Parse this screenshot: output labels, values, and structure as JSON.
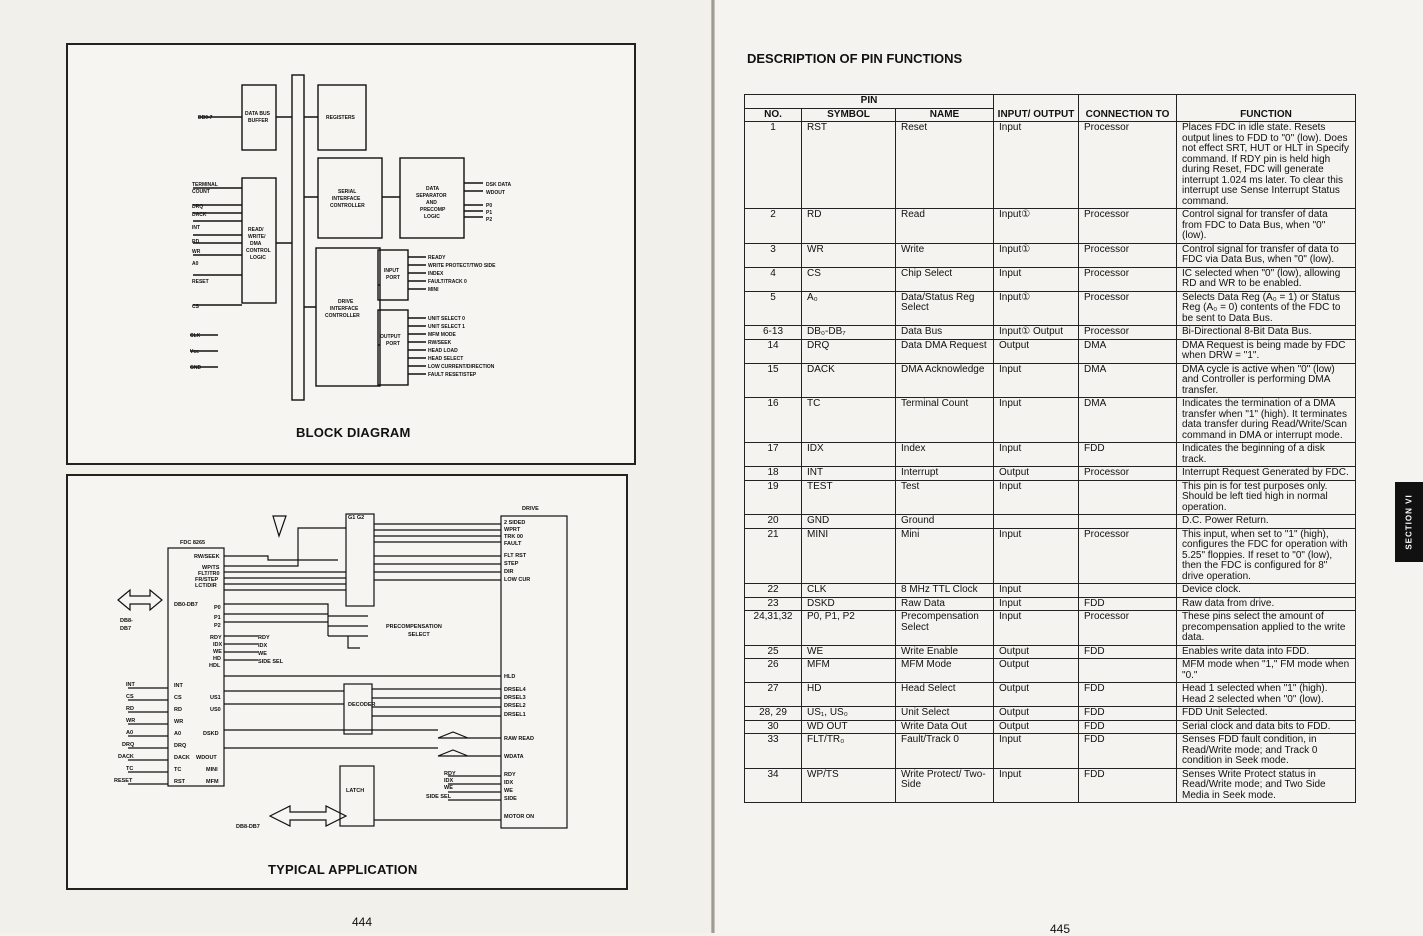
{
  "left_page": {
    "block_caption": "BLOCK DIAGRAM",
    "typical_caption": "TYPICAL APPLICATION",
    "page_number": "444",
    "block_diagram": {
      "blocks": [
        "DATA BUS BUFFER",
        "REGISTERS",
        "SERIAL INTERFACE CONTROLLER",
        "DATA SEPARATOR AND PRECOMP LOGIC",
        "READ/ WRITE/ DMA CONTROL LOGIC",
        "DRIVE INTERFACE CONTROLLER",
        "INPUT PORT",
        "OUTPUT PORT"
      ],
      "left_signals": [
        "DB0-7",
        "TERMINAL COUNT",
        "DRQ",
        "DACK",
        "INT",
        "RD",
        "WR",
        "A0",
        "RESET",
        "CS",
        "CLK",
        "Vcc",
        "GND"
      ],
      "right_signals": [
        "DSK DATA",
        "WDOUT",
        "P0",
        "P1",
        "P2",
        "READY",
        "WRITE PROTECT/TWO SIDE",
        "INDEX",
        "FAULT/TRACK 0",
        "MINI",
        "UNIT SELECT 0",
        "UNIT SELECT 1",
        "MFM MODE",
        "RW/SEEK",
        "HEAD LOAD",
        "HEAD SELECT",
        "LOW CURRENT/DIRECTION",
        "FAULT RESET/STEP"
      ]
    },
    "typical_application": {
      "chip": "FDC 8265",
      "drive": "DRIVE",
      "latch": "LATCH",
      "precomp": "PRECOMPENSATION SELECT",
      "gates": "G1 G2",
      "decoder": "DECODER",
      "chip_pins_left": [
        "RW/SEEK",
        "WP/TS",
        "FLT/TR0",
        "FR/STEP",
        "LCT/DIR",
        "DB0-DB7",
        "P0",
        "P1",
        "P2",
        "RDY",
        "IDX",
        "WE",
        "HD",
        "HDL",
        "INT",
        "CS",
        "RD",
        "WR",
        "A0",
        "DRQ",
        "DACK",
        "TC",
        "RST",
        "US1",
        "US0",
        "DSKD",
        "WDOUT",
        "MINI",
        "MFM"
      ],
      "drive_pins": [
        "2 SIDED",
        "WPRT",
        "TRK 00",
        "FAULT",
        "FLT RST",
        "STEP",
        "DIR",
        "LOW CUR",
        "HLD",
        "DRSEL4",
        "DRSEL3",
        "DRSEL2",
        "DRSEL1",
        "RAW READ",
        "WDATA",
        "RDY",
        "IDX",
        "WE",
        "SIDE",
        "MOTOR ON"
      ],
      "system_signals": [
        "INT",
        "CS",
        "RD",
        "WR",
        "A0",
        "DRQ",
        "DACK",
        "TC",
        "RESET",
        "DB0-DB7",
        "DB0-DB7"
      ],
      "side_labels": [
        "RDY",
        "IDX",
        "WE",
        "SIDE SEL",
        "RDY",
        "IDX",
        "WE",
        "SIDE SEL"
      ]
    }
  },
  "right_page": {
    "heading": "DESCRIPTION OF PIN FUNCTIONS",
    "page_number": "445",
    "section_tab": "SECTION VI",
    "headers": {
      "pin": "PIN",
      "no": "NO.",
      "symbol": "SYMBOL",
      "name": "NAME",
      "io": "INPUT/ OUTPUT",
      "conn": "CONNECTION TO",
      "func": "FUNCTION"
    },
    "rows": [
      {
        "no": "1",
        "symbol": "RST",
        "name": "Reset",
        "io": "Input",
        "conn": "Processor",
        "func": "Places FDC in idle state. Resets output lines to FDD to \"0\" (low). Does not effect SRT, HUT or HLT in Specify command. If RDY pin is held high during Reset, FDC will generate interrupt 1.024 ms later. To clear this interrupt use Sense Interrupt Status command."
      },
      {
        "no": "2",
        "symbol": "RD",
        "name": "Read",
        "io": "Input①",
        "conn": "Processor",
        "func": "Control signal for transfer of data from FDC to Data Bus, when \"0\" (low)."
      },
      {
        "no": "3",
        "symbol": "WR",
        "name": "Write",
        "io": "Input①",
        "conn": "Processor",
        "func": "Control signal for transfer of data to FDC via Data Bus, when \"0\" (low)."
      },
      {
        "no": "4",
        "symbol": "CS",
        "name": "Chip Select",
        "io": "Input",
        "conn": "Processor",
        "func": "IC selected when \"0\" (low), allowing RD and WR to be enabled."
      },
      {
        "no": "5",
        "symbol": "A₀",
        "name": "Data/Status Reg Select",
        "io": "Input①",
        "conn": "Processor",
        "func": "Selects Data Reg (A₀ = 1) or Status Reg (A₀ = 0) contents of the FDC to be sent to Data Bus."
      },
      {
        "no": "6-13",
        "symbol": "DB₀-DB₇",
        "name": "Data Bus",
        "io": "Input① Output",
        "conn": "Processor",
        "func": "Bi-Directional 8-Bit Data Bus."
      },
      {
        "no": "14",
        "symbol": "DRQ",
        "name": "Data DMA Request",
        "io": "Output",
        "conn": "DMA",
        "func": "DMA Request is being made by FDC when DRW = \"1\"."
      },
      {
        "no": "15",
        "symbol": "DACK",
        "name": "DMA Acknowledge",
        "io": "Input",
        "conn": "DMA",
        "func": "DMA cycle is active when \"0\" (low) and Controller is performing DMA transfer."
      },
      {
        "no": "16",
        "symbol": "TC",
        "name": "Terminal Count",
        "io": "Input",
        "conn": "DMA",
        "func": "Indicates the termination of a DMA transfer when \"1\" (high). It terminates data transfer during Read/Write/Scan command in DMA or interrupt mode."
      },
      {
        "no": "17",
        "symbol": "IDX",
        "name": "Index",
        "io": "Input",
        "conn": "FDD",
        "func": "Indicates the beginning of a disk track."
      },
      {
        "no": "18",
        "symbol": "INT",
        "name": "Interrupt",
        "io": "Output",
        "conn": "Processor",
        "func": "Interrupt Request Generated by FDC."
      },
      {
        "no": "19",
        "symbol": "TEST",
        "name": "Test",
        "io": "Input",
        "conn": "",
        "func": "This pin is for test purposes only. Should be left tied high in normal operation."
      },
      {
        "no": "20",
        "symbol": "GND",
        "name": "Ground",
        "io": "",
        "conn": "",
        "func": "D.C. Power Return."
      },
      {
        "no": "21",
        "symbol": "MINI",
        "name": "Mini",
        "io": "Input",
        "conn": "Processor",
        "func": "This input, when set to \"1\" (high), configures the FDC for operation with 5.25\" floppies. If reset to \"0\" (low), then the FDC is configured for 8\" drive operation."
      },
      {
        "no": "22",
        "symbol": "CLK",
        "name": "8 MHz TTL Clock",
        "io": "Input",
        "conn": "",
        "func": "Device clock."
      },
      {
        "no": "23",
        "symbol": "DSKD",
        "name": "Raw Data",
        "io": "Input",
        "conn": "FDD",
        "func": "Raw data from drive."
      },
      {
        "no": "24,31,32",
        "symbol": "P0, P1, P2",
        "name": "Precompensation Select",
        "io": "Input",
        "conn": "Processor",
        "func": "These pins select the amount of precompensation applied to the write data."
      },
      {
        "no": "25",
        "symbol": "WE",
        "name": "Write Enable",
        "io": "Output",
        "conn": "FDD",
        "func": "Enables write data into FDD."
      },
      {
        "no": "26",
        "symbol": "MFM",
        "name": "MFM Mode",
        "io": "Output",
        "conn": "",
        "func": "MFM mode when \"1,\" FM mode when \"0.\""
      },
      {
        "no": "27",
        "symbol": "HD",
        "name": "Head Select",
        "io": "Output",
        "conn": "FDD",
        "func": "Head 1 selected when \"1\" (high). Head 2 selected when \"0\" (low)."
      },
      {
        "no": "28, 29",
        "symbol": "US₁, US₀",
        "name": "Unit Select",
        "io": "Output",
        "conn": "FDD",
        "func": "FDD Unit Selected."
      },
      {
        "no": "30",
        "symbol": "WD OUT",
        "name": "Write Data Out",
        "io": "Output",
        "conn": "FDD",
        "func": "Serial clock and data bits to FDD."
      },
      {
        "no": "33",
        "symbol": "FLT/TR₀",
        "name": "Fault/Track 0",
        "io": "Input",
        "conn": "FDD",
        "func": "Senses FDD fault condition, in Read/Write mode; and Track 0 condition in Seek mode."
      },
      {
        "no": "34",
        "symbol": "WP/TS",
        "name": "Write Protect/ Two-Side",
        "io": "Input",
        "conn": "FDD",
        "func": "Senses Write Protect status in Read/Write mode; and Two Side Media in Seek mode."
      }
    ]
  }
}
